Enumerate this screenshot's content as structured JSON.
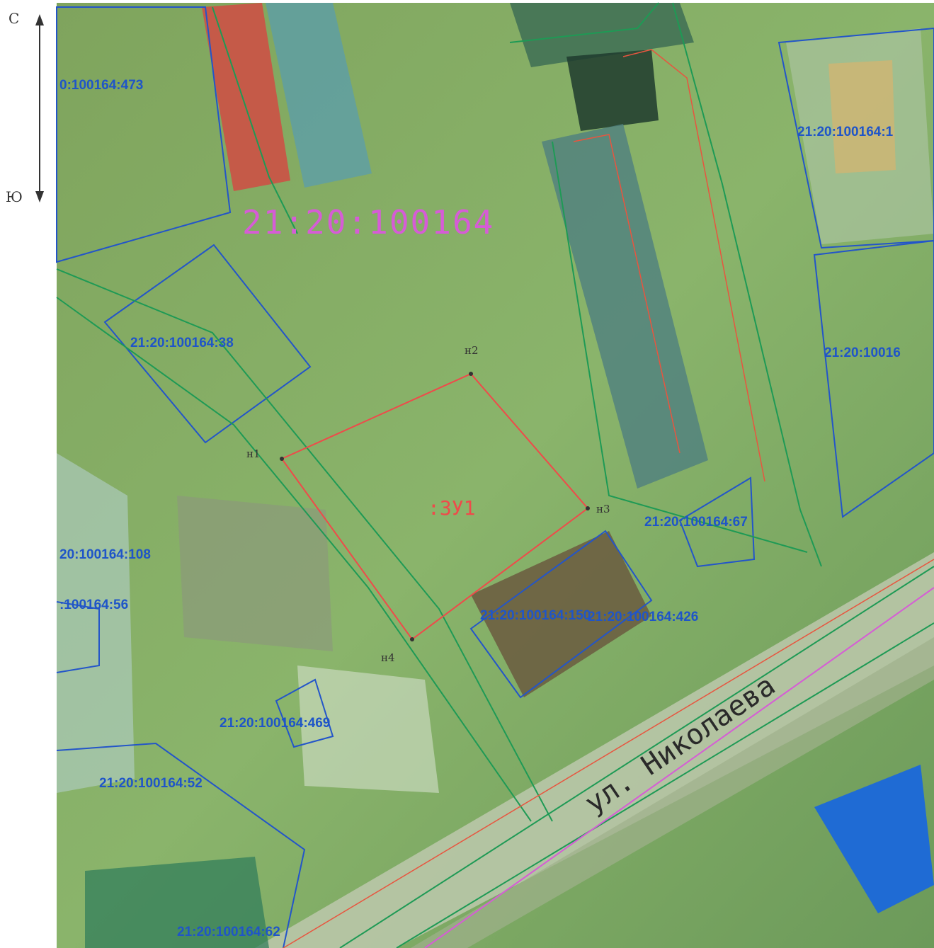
{
  "compass": {
    "north": "С",
    "south": "Ю"
  },
  "quarter": {
    "number": "21:20:100164"
  },
  "street": {
    "name": "ул. Николаева"
  },
  "new_parcel": {
    "label": ":ЗУ1",
    "points": [
      "н1",
      "н2",
      "н3",
      "н4"
    ]
  },
  "parcels": [
    {
      "id": "p473",
      "label": "0:100164:473"
    },
    {
      "id": "p1",
      "label": "21:20:100164:1"
    },
    {
      "id": "p38",
      "label": "21:20:100164:38"
    },
    {
      "id": "p100x",
      "label": "21:20:10016"
    },
    {
      "id": "p67",
      "label": "21:20:100164:67"
    },
    {
      "id": "p108",
      "label": "20:100164:108"
    },
    {
      "id": "p56",
      "label": ":100164:56"
    },
    {
      "id": "p150",
      "label": "21:20:100164:150"
    },
    {
      "id": "p426",
      "label": "21:20:100164:426"
    },
    {
      "id": "p469",
      "label": "21:20:100164:469"
    },
    {
      "id": "p52",
      "label": "21:20:100164:52"
    },
    {
      "id": "p62",
      "label": "21:20:100164:62"
    }
  ],
  "colors": {
    "boundary_blue": "#2355c9",
    "boundary_green": "#1e9a55",
    "boundary_red": "#e8553f",
    "quarter_pink": "#d65cd6"
  }
}
